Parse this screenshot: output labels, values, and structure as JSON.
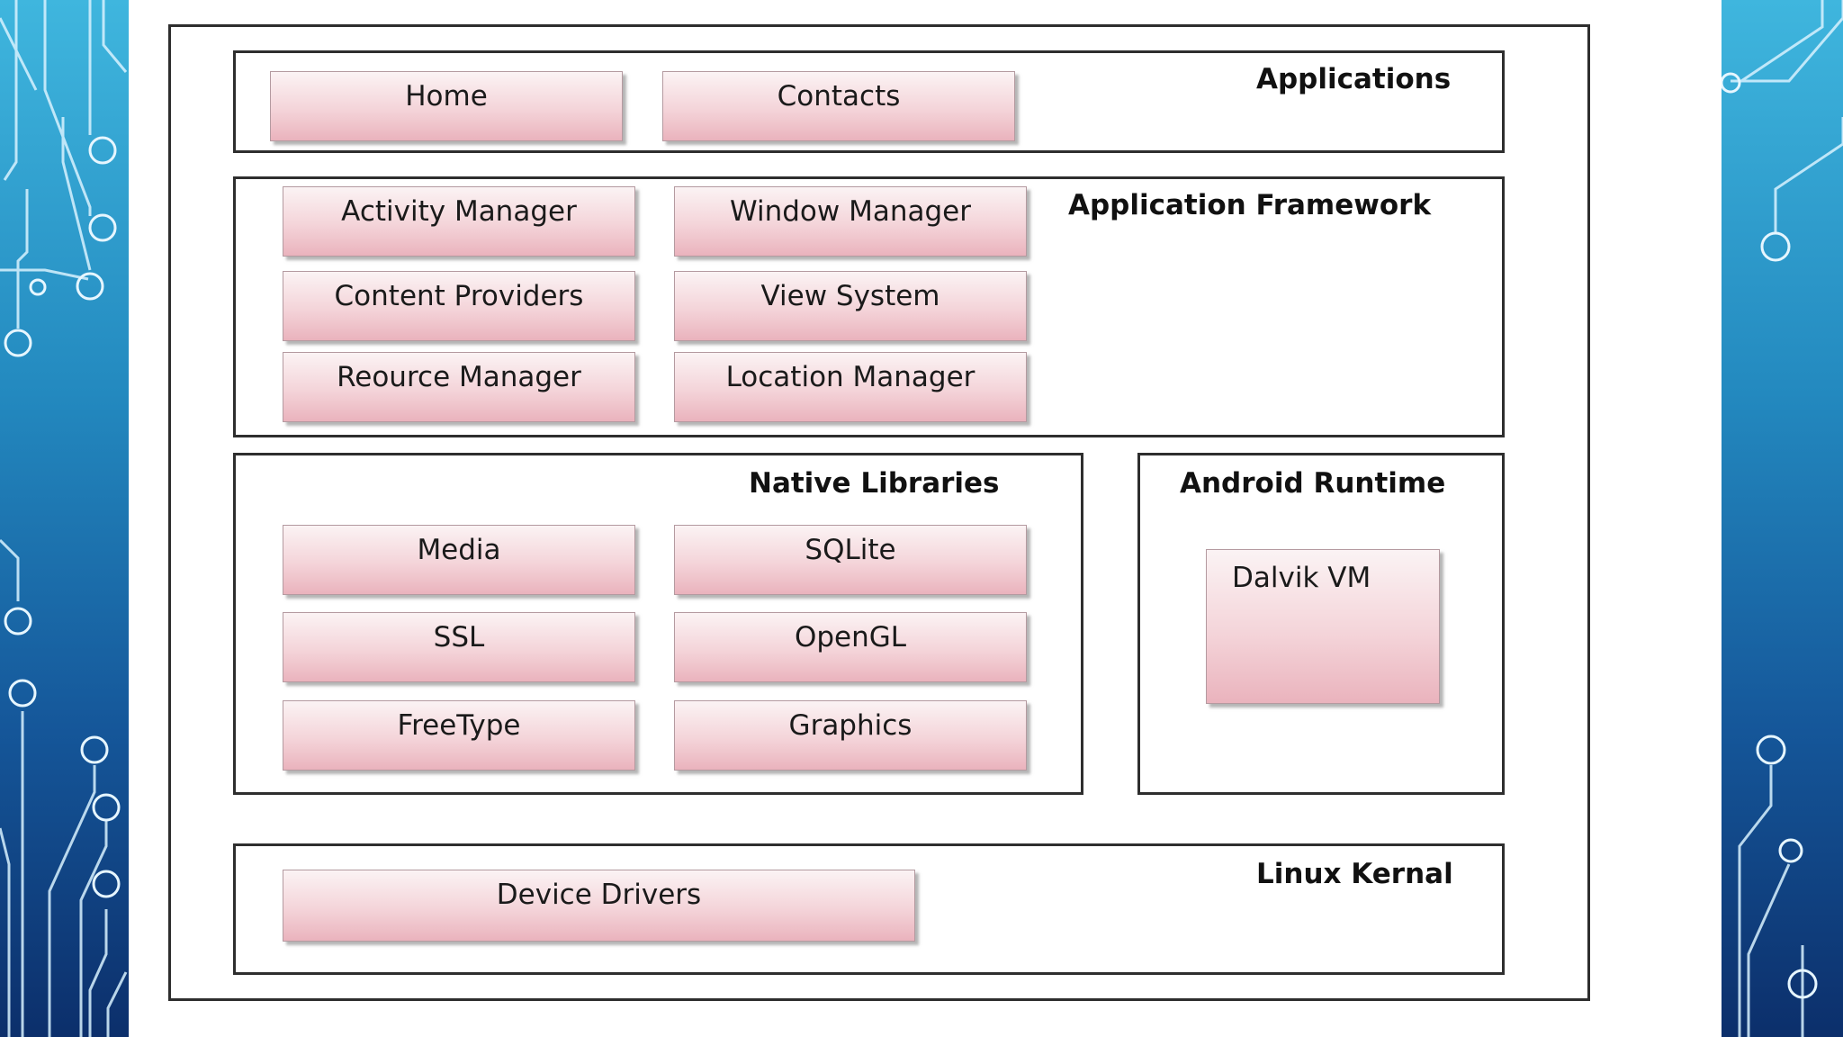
{
  "layers": {
    "applications": {
      "title": "Applications",
      "components": [
        "Home",
        "Contacts"
      ]
    },
    "application_framework": {
      "title": "Application Framework",
      "components": [
        "Activity Manager",
        "Window Manager",
        "Content Providers",
        "View System",
        "Reource Manager",
        "Location Manager"
      ]
    },
    "native_libraries": {
      "title": "Native Libraries",
      "components": [
        "Media",
        "SQLite",
        "SSL",
        "OpenGL",
        "FreeType",
        "Graphics"
      ]
    },
    "android_runtime": {
      "title": "Android Runtime",
      "components": [
        "Dalvik VM"
      ]
    },
    "linux_kernel": {
      "title": "Linux Kernal",
      "components": [
        "Device Drivers"
      ]
    }
  },
  "colors": {
    "component_fill_top": "#fbf3f4",
    "component_fill_bottom": "#eab3bd",
    "border": "#2e2e2e",
    "side_panel_top": "#3fb6de",
    "side_panel_bottom": "#0c2f6b"
  }
}
